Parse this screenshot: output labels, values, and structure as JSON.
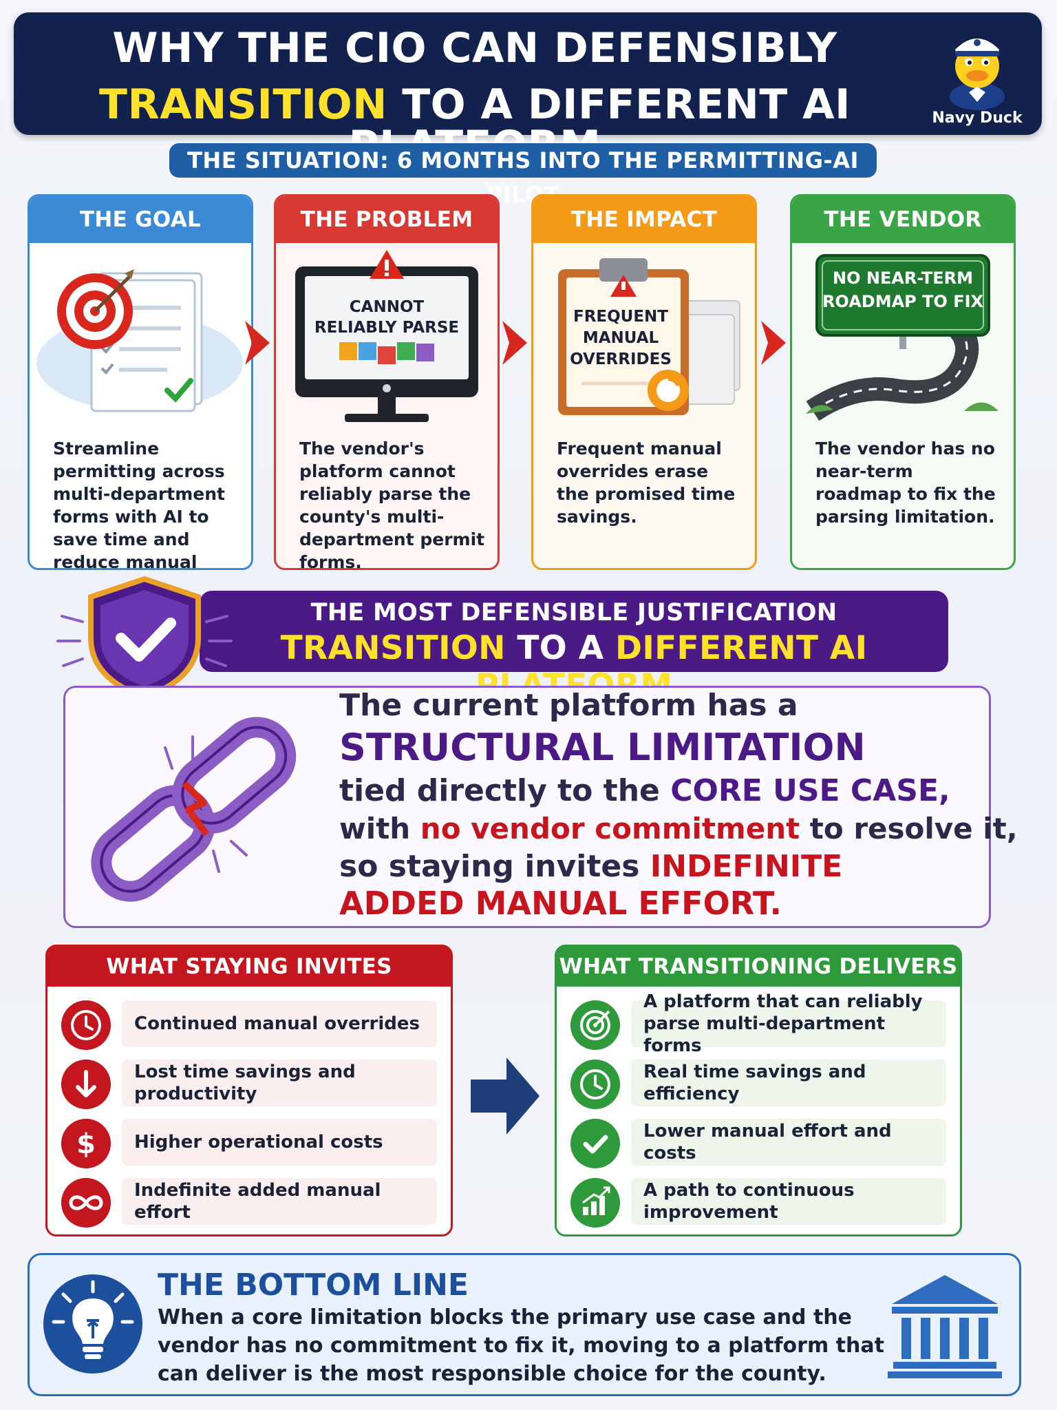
{
  "header": {
    "line1": "WHY THE CIO CAN DEFENSIBLY",
    "line2_highlight": "TRANSITION",
    "line2_rest": " TO A DIFFERENT AI PLATFORM",
    "mascot_label": "Navy Duck"
  },
  "situation": "THE SITUATION: 6 MONTHS INTO THE PERMITTING-AI PILOT",
  "cards": [
    {
      "title": "THE GOAL",
      "text": "Streamline permitting across multi-department forms with AI to save time and reduce manual work.",
      "icon": "target-document-icon",
      "color": "#3b8ad6"
    },
    {
      "title": "THE PROBLEM",
      "screen_text": "CANNOT RELIABLY PARSE",
      "text": "The vendor's platform cannot reliably parse the county's multi-department permit forms.",
      "icon": "monitor-warning-icon",
      "color": "#d83a33"
    },
    {
      "title": "THE IMPACT",
      "clipboard_text": "FREQUENT MANUAL OVERRIDES",
      "text": "Frequent manual overrides erase the promised time savings.",
      "icon": "clipboard-warning-icon",
      "color": "#f59a17"
    },
    {
      "title": "THE VENDOR REALITY",
      "sign_text": "NO NEAR-TERM ROADMAP TO FIX",
      "text": "The vendor has no near-term roadmap to fix the parsing limitation.",
      "icon": "road-sign-icon",
      "color": "#3aa547"
    }
  ],
  "justification": {
    "line1": "THE MOST DEFENSIBLE JUSTIFICATION",
    "line2_a": "TRANSITION",
    "line2_b": " TO A ",
    "line2_c": "DIFFERENT AI PLATFORM"
  },
  "core": {
    "l1": "The current platform has a",
    "l2": "STRUCTURAL LIMITATION",
    "l3_a": "tied directly to the ",
    "l3_b": "CORE USE CASE,",
    "l4_a": "with ",
    "l4_b": "no vendor commitment",
    "l4_c": " to resolve it,",
    "l5_a": "so staying invites ",
    "l5_b": "INDEFINITE",
    "l6": "ADDED MANUAL EFFORT."
  },
  "staying": {
    "title": "WHAT STAYING INVITES",
    "items": [
      {
        "label": "Continued manual overrides",
        "icon": "clock-icon"
      },
      {
        "label": "Lost time savings and productivity",
        "icon": "arrow-down-icon"
      },
      {
        "label": "Higher operational costs",
        "icon": "dollar-icon"
      },
      {
        "label": "Indefinite added manual effort",
        "icon": "infinity-icon"
      }
    ]
  },
  "transitioning": {
    "title": "WHAT TRANSITIONING DELIVERS",
    "items": [
      {
        "label": "A platform that can reliably parse multi-department forms",
        "icon": "target-icon"
      },
      {
        "label": "Real time savings and efficiency",
        "icon": "clock-icon"
      },
      {
        "label": "Lower manual effort and costs",
        "icon": "check-icon"
      },
      {
        "label": "A path to continuous improvement",
        "icon": "growth-chart-icon"
      }
    ]
  },
  "bottom_line": {
    "title": "THE BOTTOM LINE",
    "text": "When a core limitation blocks the primary use case and the vendor has no commitment to fix it, moving to a platform that can deliver is the most responsible choice for the county."
  },
  "colors": {
    "navy": "#13214f",
    "yellow": "#ffe12b",
    "blue": "#3b8ad6",
    "red": "#d83a33",
    "orange": "#f59a17",
    "green": "#3aa547",
    "purple": "#4b1a86"
  }
}
